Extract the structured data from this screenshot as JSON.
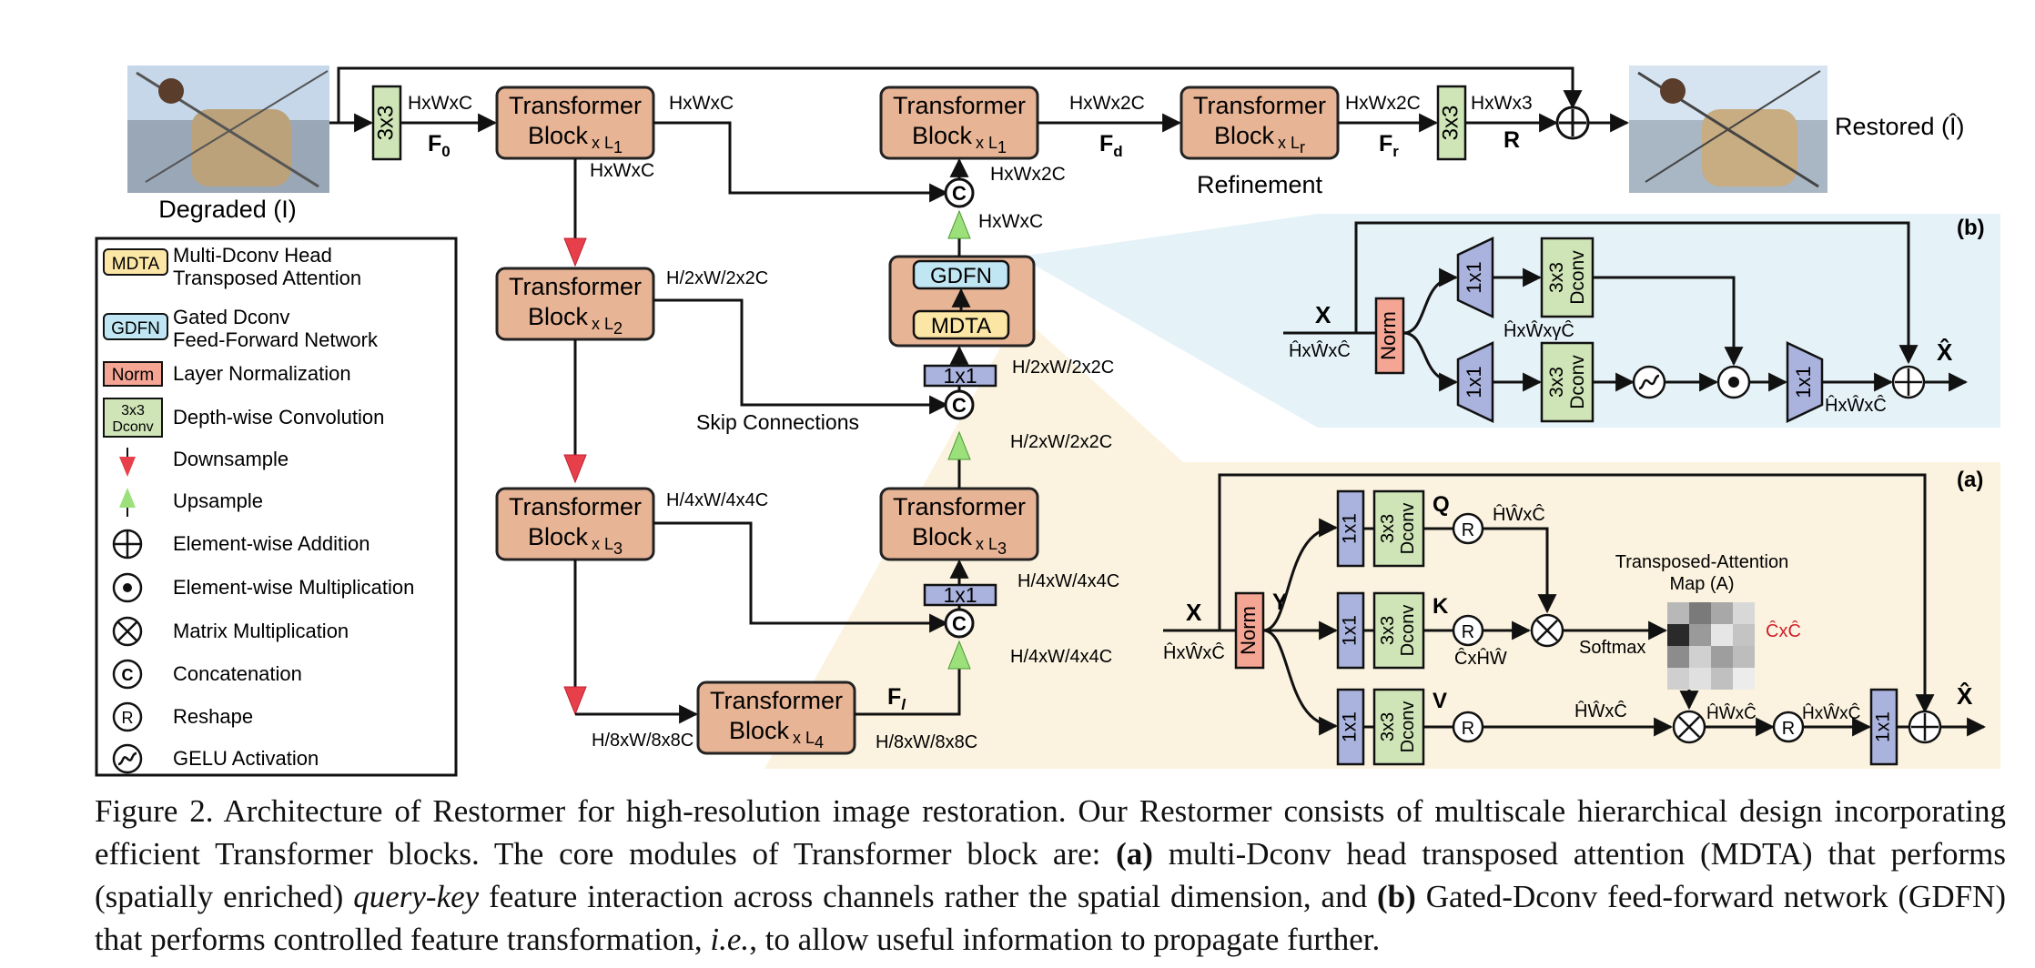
{
  "blocks": {
    "tb_label": "Transformer",
    "block_label": "Block",
    "xL1": "x L",
    "L1_sub": "1",
    "L2_sub": "2",
    "L3_sub": "3",
    "L4_sub": "4",
    "Lr_sub": "r",
    "conv3x3": "3x3",
    "conv1x1": "1x1",
    "gdfn": "GDFN",
    "mdta": "MDTA",
    "norm": "Norm",
    "dconv_a": "3x3",
    "dconv_b": "Dconv"
  },
  "labels": {
    "degraded": "Degraded (I)",
    "restored": "Restored (Î)",
    "refinement": "Refinement",
    "skip": "Skip Connections",
    "hwc": "HxWxC",
    "hw2c": "HxWx2C",
    "hw3": "HxWx3",
    "F0": "F",
    "F0_sub": "0",
    "Fd": "F",
    "Fd_sub": "d",
    "Fr": "F",
    "Fr_sub": "r",
    "Fl": "F",
    "Fl_sub": "l",
    "R": "R",
    "lvl2": "H/2xW/2x2C",
    "lvl3": "H/4xW/4x4C",
    "lvl4": "H/8xW/8x8C",
    "concat": "C"
  },
  "legend": [
    {
      "key": "MDTA",
      "text1": "Multi-Dconv Head",
      "text2": "Transposed Attention"
    },
    {
      "key": "GDFN",
      "text1": "Gated Dconv",
      "text2": "Feed-Forward Network"
    },
    {
      "key": "Norm",
      "text1": "Layer Normalization"
    },
    {
      "key": "3x3 Dconv",
      "text1": "Depth-wise Convolution"
    },
    {
      "key": "down",
      "text1": "Downsample"
    },
    {
      "key": "up",
      "text1": "Upsample"
    },
    {
      "key": "add",
      "text1": "Element-wise Addition"
    },
    {
      "key": "mul",
      "text1": "Element-wise Multiplication"
    },
    {
      "key": "matmul",
      "text1": "Matrix Multiplication"
    },
    {
      "key": "concat",
      "text1": "Concatenation"
    },
    {
      "key": "reshape",
      "text1": "Reshape"
    },
    {
      "key": "gelu",
      "text1": "GELU Activation"
    }
  ],
  "panel_b": {
    "tag": "(b)",
    "x": "X",
    "xhat": "X̂",
    "dims_in": "ĤxŴxĈ",
    "dims_mid": "ĤxŴxγĈ",
    "dims_out": "ĤxŴxĈ"
  },
  "panel_a": {
    "tag": "(a)",
    "x": "X",
    "y": "Y",
    "q": "Q",
    "k": "K",
    "v": "V",
    "xhat": "X̂",
    "dims_in": "ĤxŴxĈ",
    "hwc": "ĤŴxĈ",
    "chw": "ĈxĤŴ",
    "map_title1": "Transposed-Attention",
    "map_title2": "Map (A)",
    "softmax": "Softmax",
    "cc": "ĈxĈ",
    "r": "R"
  },
  "caption": {
    "p1": "Figure 2. Architecture of Restormer for high-resolution image restoration. Our Restormer consists of multiscale hierarchical design incorporating efficient Transformer blocks. The core modules of Transformer block are: ",
    "a_bold": "(a)",
    "p2": " multi-Dconv head transposed attention (MDTA) that performs (spatially enriched) ",
    "qk": "query-key",
    "p3": " feature interaction across channels rather the spatial dimension, and ",
    "b_bold": "(b)",
    "p4": " Gated-Dconv feed-forward network (GDFN) that performs controlled feature transformation, ",
    "ie": "i.e.",
    "p5": ", to allow useful information to propagate further."
  },
  "colors": {
    "block_fill": "#e8b496",
    "block_stroke": "#222222",
    "green": "#cfe5b8",
    "blue": "#aab3de",
    "cyan": "#bfe6f2",
    "yellow": "#fbe6a6",
    "norm": "#f4a593",
    "down": "#e8404a",
    "up": "#9be07a",
    "panel_b_bg": "#e5f2f8",
    "panel_a_bg": "#fbf3e0"
  }
}
